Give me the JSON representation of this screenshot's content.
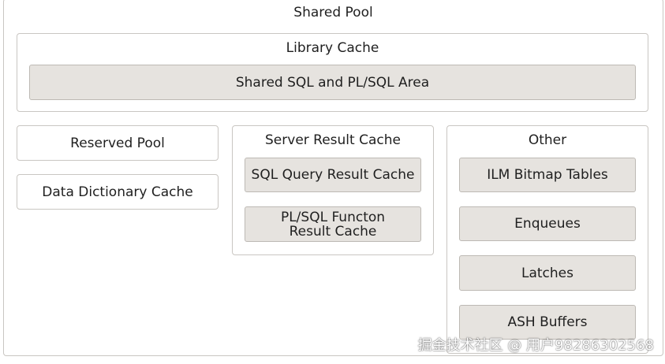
{
  "shared_pool": {
    "title": "Shared Pool",
    "library_cache": {
      "title": "Library Cache",
      "shared_sql_area": "Shared SQL and PL/SQL Area"
    },
    "reserved_pool": "Reserved Pool",
    "data_dictionary_cache": "Data Dictionary Cache",
    "server_result_cache": {
      "title": "Server Result Cache",
      "sql_query_result_cache": "SQL Query Result Cache",
      "plsql_function_result_cache": "PL/SQL Functon\nResult Cache"
    },
    "other": {
      "title": "Other",
      "items": [
        "ILM Bitmap Tables",
        "Enqueues",
        "Latches",
        "ASH Buffers"
      ]
    }
  },
  "watermark": "掘金技术社区 @ 用户98286302568"
}
